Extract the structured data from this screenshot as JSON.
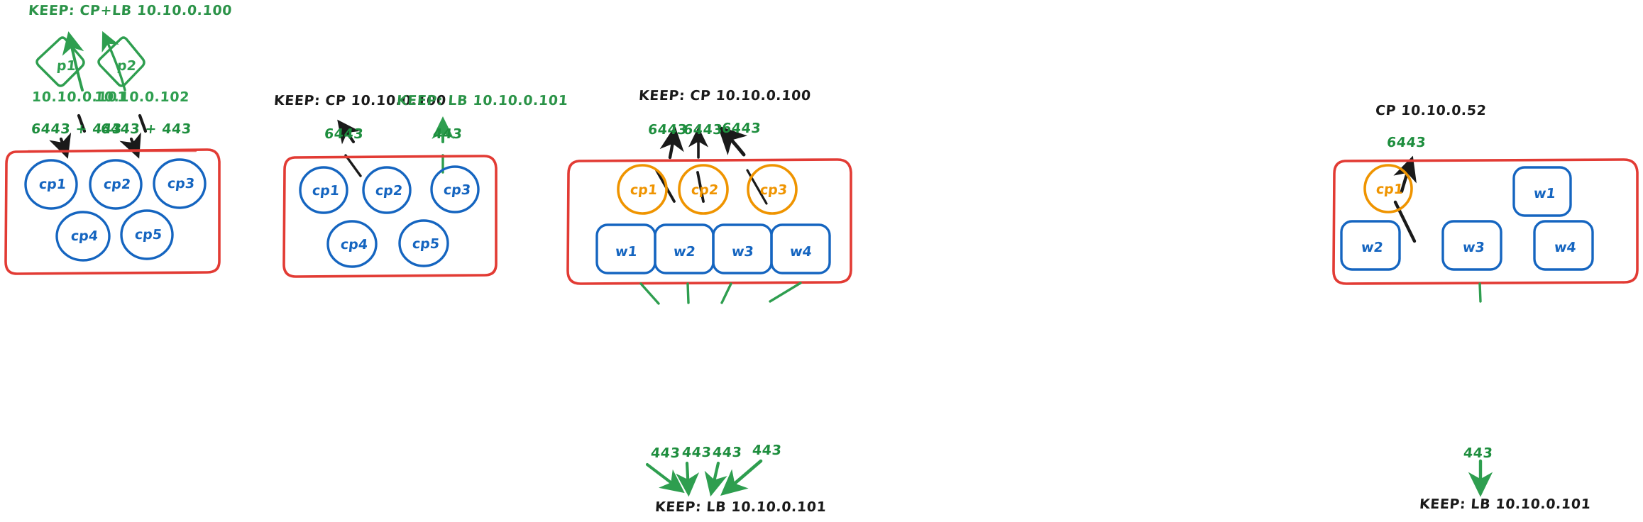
{
  "figure": {
    "title": "Keepalived CP/LB virtual-IP topology variants",
    "style": "hand-drawn whiteboard sketch",
    "colors": {
      "green": "#2e9e4f",
      "dark_green": "#1e8e3e",
      "black": "#1a1a1a",
      "red": "#e23b34",
      "blue": "#1565c0",
      "orange": "#ef9400",
      "background": "#ffffff"
    }
  },
  "panels": [
    {
      "id": "panel-1",
      "top_label": {
        "text": "KEEP: CP+LB 10.10.0.100",
        "color": "green"
      },
      "diamonds": [
        {
          "label": "p1",
          "ip": "10.10.0.101",
          "port_label": "6443 + 443"
        },
        {
          "label": "p2",
          "ip": "10.10.0.102",
          "port_label": "6443 + 443"
        }
      ],
      "cluster_nodes": [
        {
          "label": "cp1",
          "shape": "circle",
          "color": "blue"
        },
        {
          "label": "cp2",
          "shape": "circle",
          "color": "blue"
        },
        {
          "label": "cp3",
          "shape": "circle",
          "color": "blue"
        },
        {
          "label": "cp4",
          "shape": "circle",
          "color": "blue"
        },
        {
          "label": "cp5",
          "shape": "circle",
          "color": "blue"
        }
      ]
    },
    {
      "id": "panel-2",
      "top_labels": [
        {
          "text": "KEEP: CP 10.10.0.100",
          "color": "black",
          "port": "6443"
        },
        {
          "text": "KEEP: LB 10.10.0.101",
          "color": "green",
          "port": "443"
        }
      ],
      "cluster_nodes": [
        {
          "label": "cp1",
          "shape": "circle",
          "color": "blue"
        },
        {
          "label": "cp2",
          "shape": "circle",
          "color": "blue"
        },
        {
          "label": "cp3",
          "shape": "circle",
          "color": "blue"
        },
        {
          "label": "cp4",
          "shape": "circle",
          "color": "blue"
        },
        {
          "label": "cp5",
          "shape": "circle",
          "color": "blue"
        }
      ]
    },
    {
      "id": "panel-3",
      "top_label": {
        "text": "KEEP: CP 10.10.0.100",
        "color": "black"
      },
      "top_ports": [
        "6443",
        "6443",
        "6443"
      ],
      "control_plane_nodes": [
        {
          "label": "cp1",
          "shape": "circle",
          "color": "orange"
        },
        {
          "label": "cp2",
          "shape": "circle",
          "color": "orange"
        },
        {
          "label": "cp3",
          "shape": "circle",
          "color": "orange"
        }
      ],
      "worker_nodes": [
        {
          "label": "w1",
          "shape": "rounded-square",
          "color": "blue"
        },
        {
          "label": "w2",
          "shape": "rounded-square",
          "color": "blue"
        },
        {
          "label": "w3",
          "shape": "rounded-square",
          "color": "blue"
        },
        {
          "label": "w4",
          "shape": "rounded-square",
          "color": "blue"
        }
      ],
      "bottom_ports": [
        "443",
        "443",
        "443",
        "443"
      ],
      "bottom_label": {
        "text": "KEEP: LB 10.10.0.101",
        "color": "black"
      }
    },
    {
      "id": "panel-4",
      "top_label": {
        "text": "CP 10.10.0.52",
        "color": "black"
      },
      "top_ports": [
        "6443"
      ],
      "control_plane_nodes": [
        {
          "label": "cp1",
          "shape": "circle",
          "color": "orange"
        }
      ],
      "worker_nodes": [
        {
          "label": "w1",
          "shape": "rounded-square",
          "color": "blue"
        },
        {
          "label": "w2",
          "shape": "rounded-square",
          "color": "blue"
        },
        {
          "label": "w3",
          "shape": "rounded-square",
          "color": "blue"
        },
        {
          "label": "w4",
          "shape": "rounded-square",
          "color": "blue"
        }
      ],
      "bottom_ports": [
        "443"
      ],
      "bottom_label": {
        "text": "KEEP: LB 10.10.0.101",
        "color": "black"
      }
    }
  ]
}
